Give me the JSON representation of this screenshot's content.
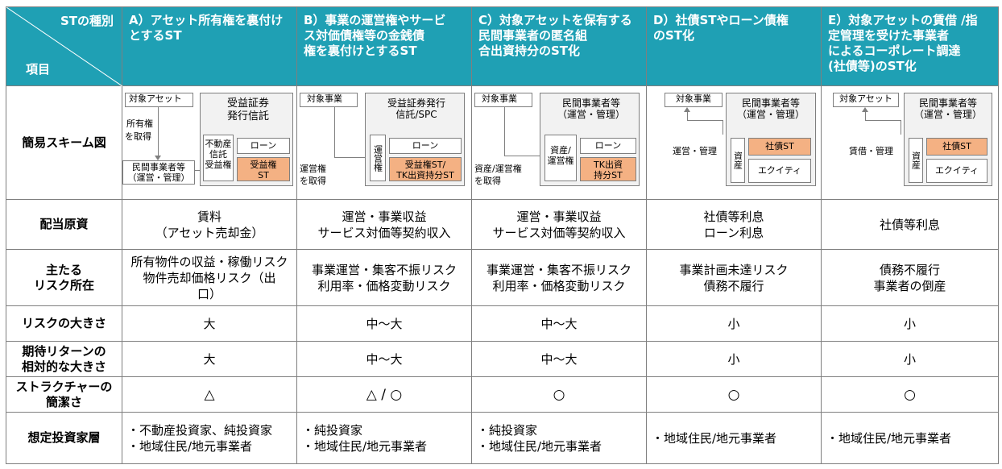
{
  "header": {
    "corner_top": "STの種別",
    "corner_bottom": "項目",
    "columns": [
      [
        "A）アセット所有権を裏付け",
        "とするST"
      ],
      [
        "B）事業の運営権やサービ",
        "ス対価債権等の金銭債",
        "権を裏付けとするST"
      ],
      [
        "C）対象アセットを保有する",
        "民間事業者の匿名組",
        "合出資持分のST化"
      ],
      [
        "D）社債STやローン債権",
        "のST化"
      ],
      [
        "E）対象アセットの賃借 /指",
        "定管理を受けた事業者",
        "によるコーポレート調達",
        "(社債等)のST化"
      ]
    ]
  },
  "row_labels": {
    "scheme": "簡易スキーム図",
    "source": "配当原資",
    "risk_loc": [
      "主たる",
      "リスク所在"
    ],
    "risk_size": "リスクの大きさ",
    "return": [
      "期待リターンの",
      "相対的な大きさ"
    ],
    "simplicity": [
      "ストラクチャーの",
      "簡潔さ"
    ],
    "investors": "想定投資家層"
  },
  "schemes": {
    "a": {
      "asset": "対象アセット",
      "own1": "所有権",
      "own2": "を取得",
      "biz1": "民間事業者等",
      "biz2": "（運営・管理）",
      "trust1": "受益証券",
      "trust2": "発行信託",
      "reit1": "不動産",
      "reit2": "信託",
      "reit3": "受益権",
      "loan": "ローン",
      "st1": "受益権",
      "st2": "ST"
    },
    "b": {
      "biz": "対象事業",
      "op1": "運営権",
      "op2": "を取得",
      "spc1": "受益証券発行",
      "spc2": "信託/SPC",
      "right": "運営権",
      "loan": "ローン",
      "st1": "受益権ST/",
      "st2": "TK出資持分ST"
    },
    "c": {
      "biz": "対象事業",
      "acq1": "資産/運営権",
      "acq2": "を取得",
      "co1": "民間事業者等",
      "co2": "（運営・管理）",
      "asset1": "資産/",
      "asset2": "運営権",
      "loan": "ローン",
      "tk1": "TK出資",
      "tk2": "持分ST"
    },
    "d": {
      "biz": "対象事業",
      "op": "運営・管理",
      "co1": "民間事業者等",
      "co2": "（運営・管理）",
      "asset": "資産",
      "bond": "社債ST",
      "equity": "エクイティ"
    },
    "e": {
      "asset": "対象アセット",
      "op": "賃借・管理",
      "co1": "民間事業者等",
      "co2": "（運営・管理）",
      "assetv": "資産",
      "bond": "社債ST",
      "equity": "エクイティ"
    }
  },
  "rows": {
    "source": [
      [
        "賃料",
        "（アセット売却金）"
      ],
      [
        "運営・事業収益",
        "サービス対価等契約収入"
      ],
      [
        "運営・事業収益",
        "サービス対価等契約収入"
      ],
      [
        "社債等利息",
        "ローン利息"
      ],
      [
        "社債等利息"
      ]
    ],
    "risk_loc": [
      [
        "所有物件の収益・稼働リスク",
        "物件売却価格リスク（出",
        "口）"
      ],
      [
        "事業運営・集客不振リスク",
        "利用率・価格変動リスク"
      ],
      [
        "事業運営・集客不振リスク",
        "利用率・価格変動リスク"
      ],
      [
        "事業計画未達リスク",
        "債務不履行"
      ],
      [
        "債務不履行",
        "事業者の倒産"
      ]
    ],
    "risk_size": [
      "大",
      "中～大",
      "中～大",
      "小",
      "小"
    ],
    "return": [
      "大",
      "中～大",
      "中～大",
      "小",
      "小"
    ],
    "simplicity": [
      "△",
      "△ / ○",
      "○",
      "○",
      "○"
    ],
    "investors": [
      [
        "・不動産投資家、純投資家",
        "・地域住民/地元事業者"
      ],
      [
        "・純投資家",
        "・地域住民/地元事業者"
      ],
      [
        "・純投資家",
        "・地域住民/地元事業者"
      ],
      [
        "・地域住民/地元事業者"
      ],
      [
        "・地域住民/地元事業者"
      ]
    ]
  },
  "colors": {
    "header": "#1fa0b4",
    "highlight": "#f4b183",
    "box": "#f2f2f2"
  }
}
